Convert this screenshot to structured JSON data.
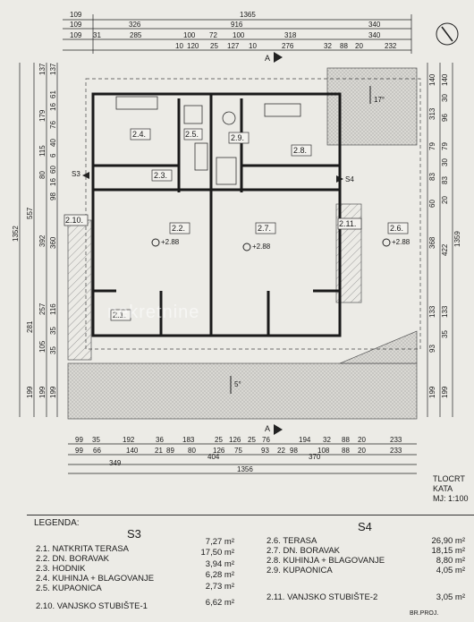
{
  "top_dims": {
    "row1": [
      "109",
      "1365"
    ],
    "row2": [
      "109",
      "326",
      "916",
      "340"
    ],
    "row3": [
      "109",
      "31",
      "285",
      "100",
      "72",
      "100",
      "318",
      "340"
    ],
    "row4": [
      "10",
      "120",
      "25",
      "127",
      "10",
      "276",
      "32",
      "88",
      "20",
      "232"
    ]
  },
  "bottom_dims": {
    "row1": [
      "99",
      "35",
      "192",
      "36",
      "183",
      "25",
      "126",
      "25",
      "76",
      "194",
      "32",
      "88",
      "20",
      "233"
    ],
    "row2": [
      "99",
      "66",
      "140",
      "21",
      "89",
      "80",
      "126",
      "75",
      "93",
      "22",
      "98",
      "108",
      "88",
      "20",
      "233"
    ],
    "row3": [
      "349",
      "404",
      "370"
    ],
    "total": "1356"
  },
  "left_dims": {
    "col1": [
      "1352"
    ],
    "col2": [
      "557",
      "281",
      "199"
    ],
    "col3": [
      "137",
      "179",
      "115",
      "80",
      "392",
      "257",
      "105",
      "199"
    ],
    "col4": [
      "137",
      "61",
      "16",
      "76",
      "40",
      "6",
      "60",
      "16",
      "98",
      "360",
      "116",
      "35",
      "35",
      "199"
    ]
  },
  "right_dims": {
    "col1": [
      "140",
      "313",
      "79",
      "83",
      "60",
      "368",
      "133",
      "93",
      "199"
    ],
    "col2": [
      "140",
      "30",
      "96",
      "79",
      "30",
      "83",
      "20",
      "422",
      "133",
      "35",
      "199"
    ],
    "col3": [
      "1359"
    ]
  },
  "section_marks": {
    "top": "A",
    "bottom": "A",
    "left": "S3",
    "right": "S4"
  },
  "rooms": {
    "r21": "2.1.",
    "r22": "2.2.",
    "r23": "2.3.",
    "r24": "2.4.",
    "r25": "2.5.",
    "r26": "2.6.",
    "r27": "2.7.",
    "r28": "2.8.",
    "r29": "2.9.",
    "r210": "2.10.",
    "r211": "2.11."
  },
  "levels": {
    "l22": "+2.88",
    "l27": "+2.88",
    "l26": "+2.88"
  },
  "slopes": {
    "upper": "17°",
    "lower": "5°"
  },
  "watermark": "nekretnine",
  "title_block": {
    "line1": "TLOCRT",
    "line2": "KATA",
    "line3": "MJ: 1:100"
  },
  "legend": {
    "title": "LEGENDA:",
    "s3": {
      "heading": "S3",
      "items": [
        {
          "label": "2.1. NATKRITA TERASA",
          "area": "7,27 m²"
        },
        {
          "label": "2.2. DN. BORAVAK",
          "area": "17,50 m²"
        },
        {
          "label": "2.3. HODNIK",
          "area": "3,94 m²"
        },
        {
          "label": "2.4. KUHINJA + BLAGOVANJE",
          "area": "6,28 m²"
        },
        {
          "label": "2.5. KUPAONICA",
          "area": "2,73 m²"
        },
        {
          "label": "2.10. VANJSKO STUBIŠTE-1",
          "area": "6,62 m²"
        }
      ]
    },
    "s4": {
      "heading": "S4",
      "items": [
        {
          "label": "2.6. TERASA",
          "area": "26,90 m²"
        },
        {
          "label": "2.7. DN. BORAVAK",
          "area": "18,15 m²"
        },
        {
          "label": "2.8. KUHINJA + BLAGOVANJE",
          "area": "8,80 m²"
        },
        {
          "label": "2.9. KUPAONICA",
          "area": "4,05 m²"
        },
        {
          "label": "2.11. VANJSKO STUBIŠTE-2",
          "area": "3,05 m²"
        }
      ]
    },
    "br_proj": "BR.PROJ."
  }
}
